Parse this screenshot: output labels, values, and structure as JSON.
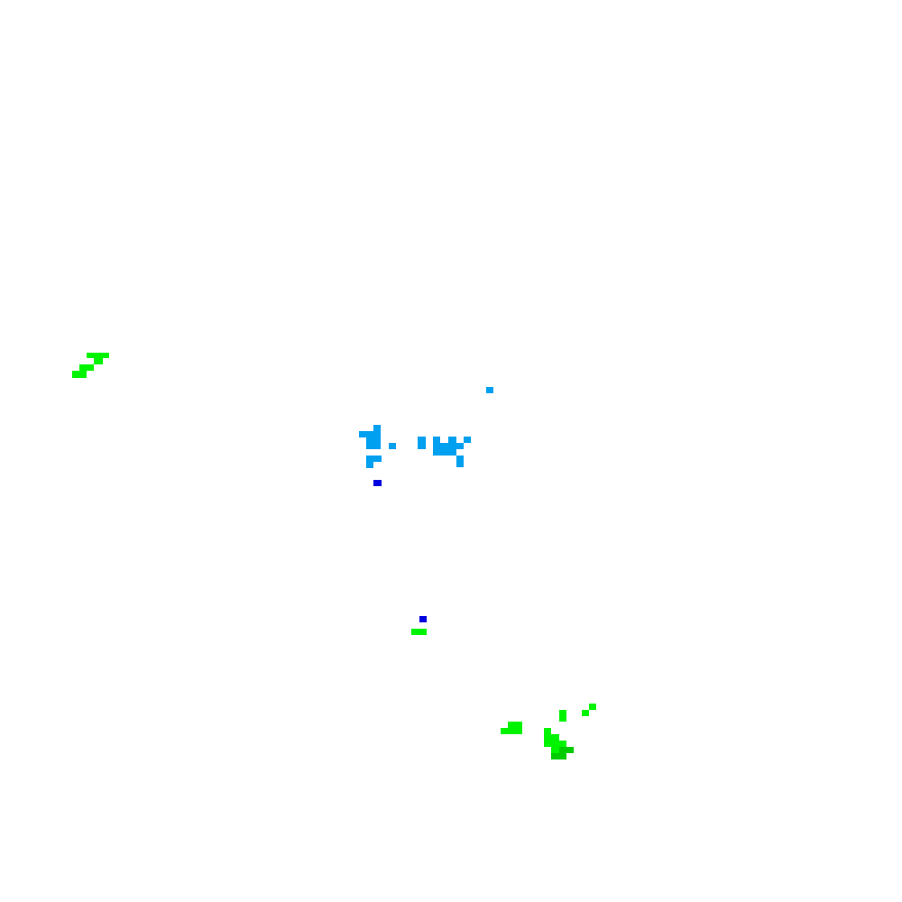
{
  "background": "#ffffff",
  "palette": {
    "bright_green": "#00f400",
    "dark_green": "#00cc00",
    "sky_blue": "#00a0f0",
    "deep_blue": "#0000e0"
  },
  "clusters": [
    {
      "name": "upper-left-green-streak",
      "color": "bright_green"
    },
    {
      "name": "center-blue-cluster",
      "color": "sky_blue"
    },
    {
      "name": "lone-deep-blue-dot",
      "color": "deep_blue"
    },
    {
      "name": "lower-center-mark",
      "color": "bright_green"
    },
    {
      "name": "lower-right-green-cluster",
      "color": "bright_green"
    }
  ]
}
